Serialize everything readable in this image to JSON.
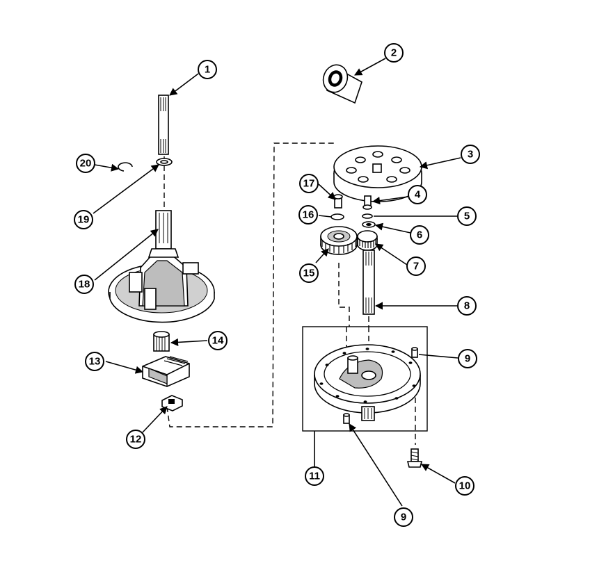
{
  "callouts": [
    {
      "id": "c1",
      "label": "1"
    },
    {
      "id": "c2",
      "label": "2"
    },
    {
      "id": "c3",
      "label": "3"
    },
    {
      "id": "c4",
      "label": "4"
    },
    {
      "id": "c5",
      "label": "5"
    },
    {
      "id": "c6",
      "label": "6"
    },
    {
      "id": "c7",
      "label": "7"
    },
    {
      "id": "c8",
      "label": "8"
    },
    {
      "id": "c9a",
      "label": "9"
    },
    {
      "id": "c9b",
      "label": "9"
    },
    {
      "id": "c10",
      "label": "10"
    },
    {
      "id": "c11",
      "label": "11"
    },
    {
      "id": "c12",
      "label": "12"
    },
    {
      "id": "c13",
      "label": "13"
    },
    {
      "id": "c14",
      "label": "14"
    },
    {
      "id": "c15",
      "label": "15"
    },
    {
      "id": "c16",
      "label": "16"
    },
    {
      "id": "c17",
      "label": "17"
    },
    {
      "id": "c18",
      "label": "18"
    },
    {
      "id": "c19",
      "label": "19"
    },
    {
      "id": "c20",
      "label": "20"
    }
  ]
}
